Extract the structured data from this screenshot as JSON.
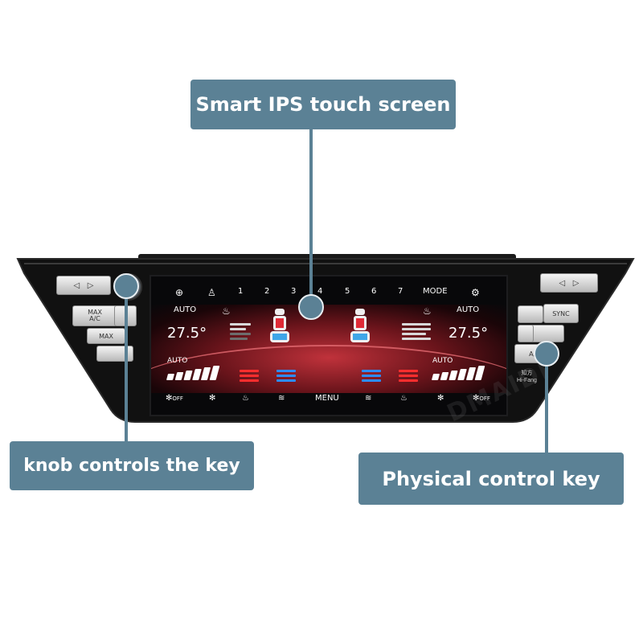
{
  "callouts": {
    "screen": "Smart IPS touch screen",
    "knob": "knob controls the key",
    "keys": "Physical control key"
  },
  "screen": {
    "top_numbers": [
      "1",
      "2",
      "3",
      "4",
      "5",
      "6",
      "7"
    ],
    "mode": "MODE",
    "left_auto": "AUTO",
    "right_auto": "AUTO",
    "left_temp": "27.5°",
    "right_temp": "27.5°",
    "left_fan_auto": "AUTO",
    "right_fan_auto": "AUTO",
    "menu": "MENU",
    "fan_off": "OFF"
  },
  "left_buttons": {
    "max_ac": "MAX\nA/C",
    "max_defrost": "MAX"
  },
  "right_buttons": {
    "sync": "SYNC",
    "ac": "A/C"
  },
  "watermark": "DMAIDI",
  "brand": "知方\nHi-Fang",
  "colors": {
    "callout": "#5b8195",
    "seat_red": "#e02a36",
    "seat_blue": "#3fa6e8",
    "heat_red": "#ff2e2e",
    "cool_blue": "#2e8cff"
  }
}
